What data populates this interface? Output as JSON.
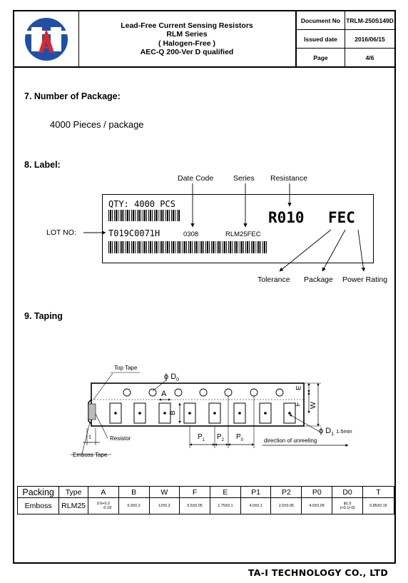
{
  "header": {
    "title_lines": [
      "Lead-Free Current Sensing Resistors",
      "RLM Series",
      "( Halogen-Free )",
      "AEC-Q 200-Ver D qualified"
    ],
    "meta": [
      {
        "key": "Document No",
        "value": "TRLM-250S149D"
      },
      {
        "key": "Issued date",
        "value": "2016/06/15"
      },
      {
        "key": "Page",
        "value": "4/6"
      }
    ],
    "logo_text": "TAI",
    "logo_color": "#1f4fa8",
    "logo_accent": "#e0262c"
  },
  "sections": {
    "package": {
      "heading": "7. Number of Package:",
      "text": "4000 Pieces / package"
    },
    "label": {
      "heading": "8. Label:"
    },
    "taping": {
      "heading": "9. Taping"
    }
  },
  "label": {
    "date_code_caption": "Date Code",
    "series_caption": "Series",
    "resistance_caption": "Resistance",
    "qty": "QTY:  4000 PCS",
    "lot_caption": "LOT NO:",
    "lot": "T019C0071H",
    "date_code": "0308",
    "series": "RLM25FEC",
    "resistance": "R010",
    "code": "FEC",
    "tolerance_caption": "Tolerance",
    "package_caption": "Package",
    "power_caption": "Power Rating"
  },
  "taping": {
    "top_tape": "Top Tape",
    "resistor": "Resistor",
    "emboss_tape": "Emboss Tape",
    "d0": "ϕ D",
    "d0_sub": "0",
    "a": "A",
    "b": "B",
    "e": "E",
    "f": "F",
    "w": "W",
    "t": "t",
    "p1": "P",
    "p1_sub": "1",
    "p2": "P",
    "p2_sub": "2",
    "p0": "P",
    "p0_sub": "0",
    "d1": "ϕ D",
    "d1_sub": "1",
    "d1_note": "1.5min",
    "direction": "direction of unreeling"
  },
  "table": {
    "headers": [
      "Packing",
      "Type",
      "A",
      "B",
      "W",
      "F",
      "E",
      "P1",
      "P2",
      "P0",
      "D0",
      "T"
    ],
    "row": {
      "packing": "Emboss",
      "type": "RLM25",
      "a1": "3.6+0.2",
      "a2": "-0.18",
      "b": "6.9±0.2",
      "w": "12±0.2",
      "f": "5.5±0.05",
      "e": "1.75±0.1",
      "p1": "4.0±0.1",
      "p2": "2.0±0.05",
      "p0": "4.0±0.05",
      "d01": "ϕ1.5",
      "d02": "(+0.1/-0)",
      "t": "0.85±0.15"
    }
  },
  "footer": "TA-I TECHNOLOGY CO., LTD"
}
